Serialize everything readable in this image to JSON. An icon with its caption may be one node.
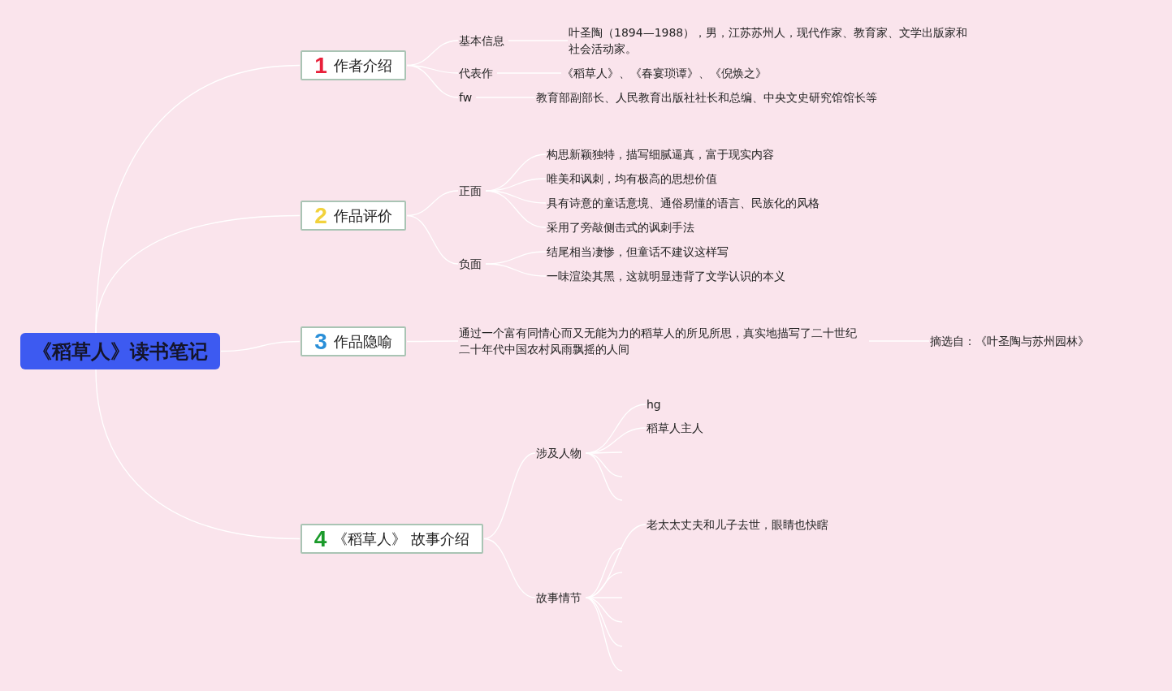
{
  "diagram": {
    "nodes": [
      {
        "text": [
          "《稻草人》读书笔记"
        ]
      },
      {
        "text": [
          "1",
          "作者介绍"
        ]
      },
      {
        "text": [
          "基本信息"
        ]
      },
      {
        "text": [
          "叶圣陶（1894—1988），男，江苏苏州人，现代作家、教育家、文学出版家和社会活动家。"
        ]
      },
      {
        "text": [
          "代表作"
        ]
      },
      {
        "text": [
          "《稻草人》、《春宴琐谭》、《倪焕之》"
        ]
      },
      {
        "text": [
          "fw"
        ]
      },
      {
        "text": [
          "教育部副部长、人民教育出版社社长和总编、中央文史研究馆馆长等"
        ]
      },
      {
        "text": [
          "2",
          "作品评价"
        ]
      },
      {
        "text": [
          "正面"
        ]
      },
      {
        "text": [
          "构思新颖独特，描写细腻逼真，富于现实内容"
        ]
      },
      {
        "text": [
          "唯美和讽刺，均有极高的思想价值"
        ]
      },
      {
        "text": [
          "具有诗意的童话意境、通俗易懂的语言、民族化的风格"
        ]
      },
      {
        "text": [
          "采用了旁敲侧击式的讽刺手法"
        ]
      },
      {
        "text": [
          "负面"
        ]
      },
      {
        "text": [
          "结尾相当凄惨，但童话不建议这样写"
        ]
      },
      {
        "text": [
          "一味渲染其黑，这就明显违背了文学认识的本义"
        ]
      },
      {
        "text": [
          "3",
          "作品隐喻"
        ]
      },
      {
        "text": [
          "通过一个富有同情心而又无能为力的稻草人的所见所思，真实地描写了二十世纪二十年代中国农村风雨飘摇的人间"
        ]
      },
      {
        "text": [
          "摘选自：《叶圣陶与苏州园林》"
        ]
      },
      {
        "text": [
          "4",
          "《稻草人》 故事介绍"
        ]
      },
      {
        "text": [
          "涉及人物"
        ]
      },
      {
        "text": [
          "hg"
        ]
      },
      {
        "text": [
          "稻草人主人"
        ]
      },
      {
        "text": [
          "故事情节"
        ]
      },
      {
        "text": [
          "老太太丈夫和儿子去世，眼睛也快瞎"
        ]
      }
    ],
    "edges": [
      {
        "from": 0,
        "to": 1,
        "arrow": "none"
      },
      {
        "from": 0,
        "to": 8,
        "arrow": "none"
      },
      {
        "from": 0,
        "to": 17,
        "arrow": "none"
      },
      {
        "from": 0,
        "to": 20,
        "arrow": "none"
      },
      {
        "from": 1,
        "to": 2,
        "arrow": "none"
      },
      {
        "from": 1,
        "to": 4,
        "arrow": "none"
      },
      {
        "from": 1,
        "to": 6,
        "arrow": "none"
      },
      {
        "from": 2,
        "to": 3,
        "arrow": "none"
      },
      {
        "from": 4,
        "to": 5,
        "arrow": "none"
      },
      {
        "from": 6,
        "to": 7,
        "arrow": "none"
      },
      {
        "from": 8,
        "to": 9,
        "arrow": "none"
      },
      {
        "from": 8,
        "to": 14,
        "arrow": "none"
      },
      {
        "from": 9,
        "to": 10,
        "arrow": "none"
      },
      {
        "from": 9,
        "to": 11,
        "arrow": "none"
      },
      {
        "from": 9,
        "to": 12,
        "arrow": "none"
      },
      {
        "from": 9,
        "to": 13,
        "arrow": "none"
      },
      {
        "from": 14,
        "to": 15,
        "arrow": "none"
      },
      {
        "from": 14,
        "to": 16,
        "arrow": "none"
      },
      {
        "from": 17,
        "to": 18,
        "arrow": "none"
      },
      {
        "from": 18,
        "to": 19,
        "arrow": "none"
      },
      {
        "from": 20,
        "to": 21,
        "arrow": "none"
      },
      {
        "from": 20,
        "to": 24,
        "arrow": "none"
      },
      {
        "from": 21,
        "to": 22,
        "arrow": "none"
      },
      {
        "from": 21,
        "to": 23,
        "arrow": "none"
      },
      {
        "from": 21,
        "to": null,
        "arrow": "none"
      },
      {
        "from": 21,
        "to": null,
        "arrow": "none"
      },
      {
        "from": 21,
        "to": null,
        "arrow": "none"
      },
      {
        "from": 24,
        "to": 25,
        "arrow": "none"
      },
      {
        "from": 24,
        "to": null,
        "arrow": "none"
      },
      {
        "from": 24,
        "to": null,
        "arrow": "none"
      },
      {
        "from": 24,
        "to": null,
        "arrow": "none"
      },
      {
        "from": 24,
        "to": null,
        "arrow": "none"
      },
      {
        "from": 24,
        "to": null,
        "arrow": "none"
      },
      {
        "from": 24,
        "to": null,
        "arrow": "none"
      }
    ]
  }
}
